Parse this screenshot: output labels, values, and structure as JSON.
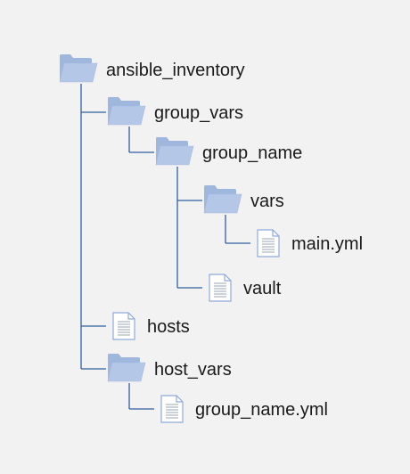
{
  "tree": {
    "nodes": [
      {
        "id": "ansible_inventory",
        "label": "ansible_inventory",
        "kind": "folder",
        "icon": "folder-icon",
        "parent": null
      },
      {
        "id": "group_vars",
        "label": "group_vars",
        "kind": "folder",
        "icon": "folder-icon",
        "parent": "ansible_inventory"
      },
      {
        "id": "group_name",
        "label": "group_name",
        "kind": "folder",
        "icon": "folder-icon",
        "parent": "group_vars"
      },
      {
        "id": "vars",
        "label": "vars",
        "kind": "folder",
        "icon": "folder-icon",
        "parent": "group_name"
      },
      {
        "id": "main_yml",
        "label": "main.yml",
        "kind": "file",
        "icon": "file-icon",
        "parent": "vars"
      },
      {
        "id": "vault",
        "label": "vault",
        "kind": "file",
        "icon": "file-icon",
        "parent": "group_name"
      },
      {
        "id": "hosts",
        "label": "hosts",
        "kind": "file",
        "icon": "file-icon",
        "parent": "ansible_inventory"
      },
      {
        "id": "host_vars",
        "label": "host_vars",
        "kind": "folder",
        "icon": "folder-icon",
        "parent": "ansible_inventory"
      },
      {
        "id": "group_name_yml",
        "label": "group_name.yml",
        "kind": "file",
        "icon": "file-icon",
        "parent": "host_vars"
      }
    ]
  },
  "colors": {
    "background": "#f2f2f2",
    "connector": "#2f5f9e",
    "folder_fill": "#b4c7e7",
    "folder_back": "#9fb6dd",
    "file_fill": "#ffffff",
    "file_stroke": "#8faadc",
    "text": "#1a1a1a"
  }
}
